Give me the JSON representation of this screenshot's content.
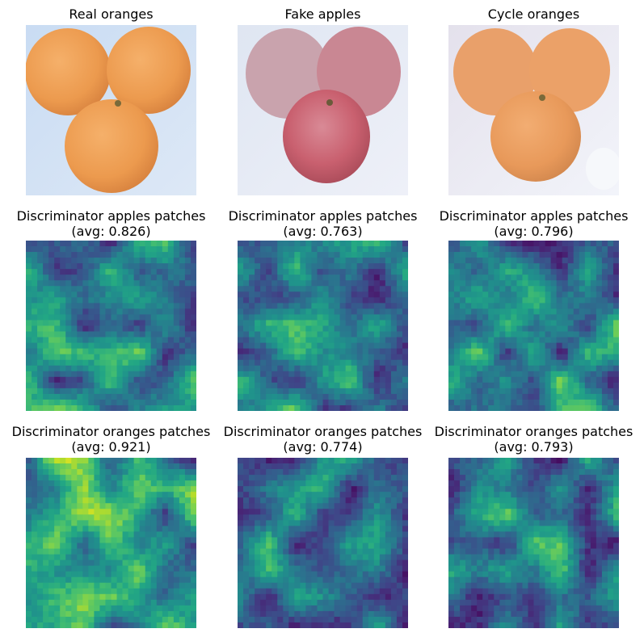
{
  "figure": {
    "row1_titles": [
      "Real oranges",
      "Fake apples",
      "Cycle oranges"
    ],
    "row2_titles": [
      "Discriminator apples patches\n(avg: 0.826)",
      "Discriminator apples patches\n(avg: 0.763)",
      "Discriminator apples patches\n(avg: 0.796)"
    ],
    "row3_titles": [
      "Discriminator oranges patches\n(avg: 0.921)",
      "Discriminator oranges patches\n(avg: 0.774)",
      "Discriminator oranges patches\n(avg: 0.793)"
    ]
  },
  "chart_data": [
    {
      "type": "image",
      "title": "Real oranges",
      "content": "photo of three oranges"
    },
    {
      "type": "image",
      "title": "Fake apples",
      "content": "generated apples image"
    },
    {
      "type": "image",
      "title": "Cycle oranges",
      "content": "reconstructed oranges image"
    },
    {
      "type": "heatmap",
      "title": "Discriminator apples patches\n(avg: 0.826)",
      "avg": 0.826,
      "colormap": "viridis",
      "seed": 11
    },
    {
      "type": "heatmap",
      "title": "Discriminator apples patches\n(avg: 0.763)",
      "avg": 0.763,
      "colormap": "viridis",
      "seed": 23
    },
    {
      "type": "heatmap",
      "title": "Discriminator apples patches\n(avg: 0.796)",
      "avg": 0.796,
      "colormap": "viridis",
      "seed": 37
    },
    {
      "type": "heatmap",
      "title": "Discriminator oranges patches\n(avg: 0.921)",
      "avg": 0.921,
      "colormap": "viridis",
      "seed": 41
    },
    {
      "type": "heatmap",
      "title": "Discriminator oranges patches\n(avg: 0.774)",
      "avg": 0.774,
      "colormap": "viridis",
      "seed": 53
    },
    {
      "type": "heatmap",
      "title": "Discriminator oranges patches\n(avg: 0.793)",
      "avg": 0.793,
      "colormap": "viridis",
      "seed": 67
    }
  ]
}
